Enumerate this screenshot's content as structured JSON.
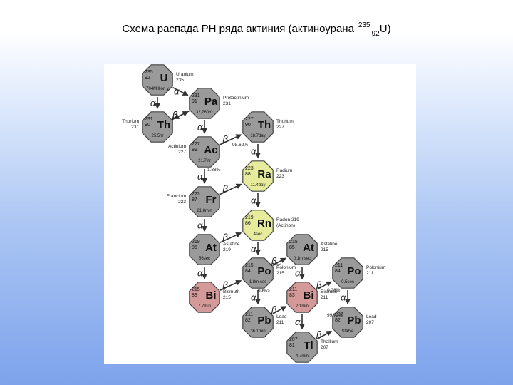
{
  "title": {
    "text": "Схема распада РН ряда актиния (актиноурана",
    "mass": "235",
    "atomic": "92",
    "symbol": "U)"
  },
  "colors": {
    "gray": "#9a9a9a",
    "pink": "#d49a9a",
    "yellow": "#e6ec9c",
    "stroke": "#444444"
  },
  "nuclides": [
    {
      "id": "U235",
      "mass": "235",
      "z": "92",
      "sym": "U",
      "half": "704Million y",
      "name": "Uranium",
      "num": "235",
      "color": "gray"
    },
    {
      "id": "Pa231",
      "mass": "231",
      "z": "91",
      "sym": "Pa",
      "half": "32,760Yr",
      "name": "Protactinium",
      "num": "231",
      "color": "gray"
    },
    {
      "id": "Th231",
      "mass": "231",
      "z": "90",
      "sym": "Th",
      "half": "25.5hr",
      "name": "Thorium",
      "num": "231",
      "color": "gray"
    },
    {
      "id": "Th227",
      "mass": "227",
      "z": "90",
      "sym": "Th",
      "half": "18.7day",
      "name": "Thorium",
      "num": "227",
      "color": "gray"
    },
    {
      "id": "Ac227",
      "mass": "227",
      "z": "89",
      "sym": "Ac",
      "half": "21.7Yr",
      "name": "Actinium",
      "num": "227",
      "color": "gray"
    },
    {
      "id": "Ra223",
      "mass": "223",
      "z": "88",
      "sym": "Ra",
      "half": "11.4day",
      "name": "Radium",
      "num": "223",
      "color": "yellow"
    },
    {
      "id": "Fr223",
      "mass": "223",
      "z": "87",
      "sym": "Fr",
      "half": "21.8min",
      "name": "Francium",
      "num": "223",
      "color": "gray"
    },
    {
      "id": "Rn219",
      "mass": "219",
      "z": "86",
      "sym": "Rn",
      "half": "4sec",
      "name": "Radon 219",
      "num": "(Actinon)",
      "color": "yellow"
    },
    {
      "id": "At219",
      "mass": "219",
      "z": "85",
      "sym": "At",
      "half": "56sec",
      "name": "Astatine",
      "num": "219",
      "color": "gray"
    },
    {
      "id": "At215",
      "mass": "215",
      "z": "85",
      "sym": "At",
      "half": "0.1m sec",
      "name": "Astatine",
      "num": "215",
      "color": "gray"
    },
    {
      "id": "Po215",
      "mass": "215",
      "z": "84",
      "sym": "Po",
      "half": "1.8m sec",
      "name": "Polonium",
      "num": "215",
      "color": "gray"
    },
    {
      "id": "Po211",
      "mass": "211",
      "z": "84",
      "sym": "Po",
      "half": "0.5sec",
      "name": "Polonium",
      "num": "211",
      "color": "gray"
    },
    {
      "id": "Bi215",
      "mass": "215",
      "z": "83",
      "sym": "Bi",
      "half": "7.7min",
      "name": "Bismuth",
      "num": "215",
      "color": "pink"
    },
    {
      "id": "Bi211",
      "mass": "211",
      "z": "83",
      "sym": "Bi",
      "half": "2.1min",
      "name": "Bismuth",
      "num": "211",
      "color": "pink"
    },
    {
      "id": "Pb211",
      "mass": "211",
      "z": "82",
      "sym": "Pb",
      "half": "36.1min",
      "name": "Lead",
      "num": "211",
      "color": "gray"
    },
    {
      "id": "Pb207",
      "mass": "207",
      "z": "82",
      "sym": "Pb",
      "half": "Stable",
      "name": "Lead",
      "num": "207",
      "color": "gray"
    },
    {
      "id": "Tl207",
      "mass": "207",
      "z": "81",
      "sym": "Tl",
      "half": "4.7min",
      "name": "Thallium",
      "num": "207",
      "color": "gray"
    }
  ],
  "branch_labels": [
    "98.62%",
    "1.38%",
    "1%<",
    "99%>",
    "0.28%",
    "99.72%"
  ],
  "decay_labels": {
    "alpha": "α",
    "beta": "β"
  }
}
